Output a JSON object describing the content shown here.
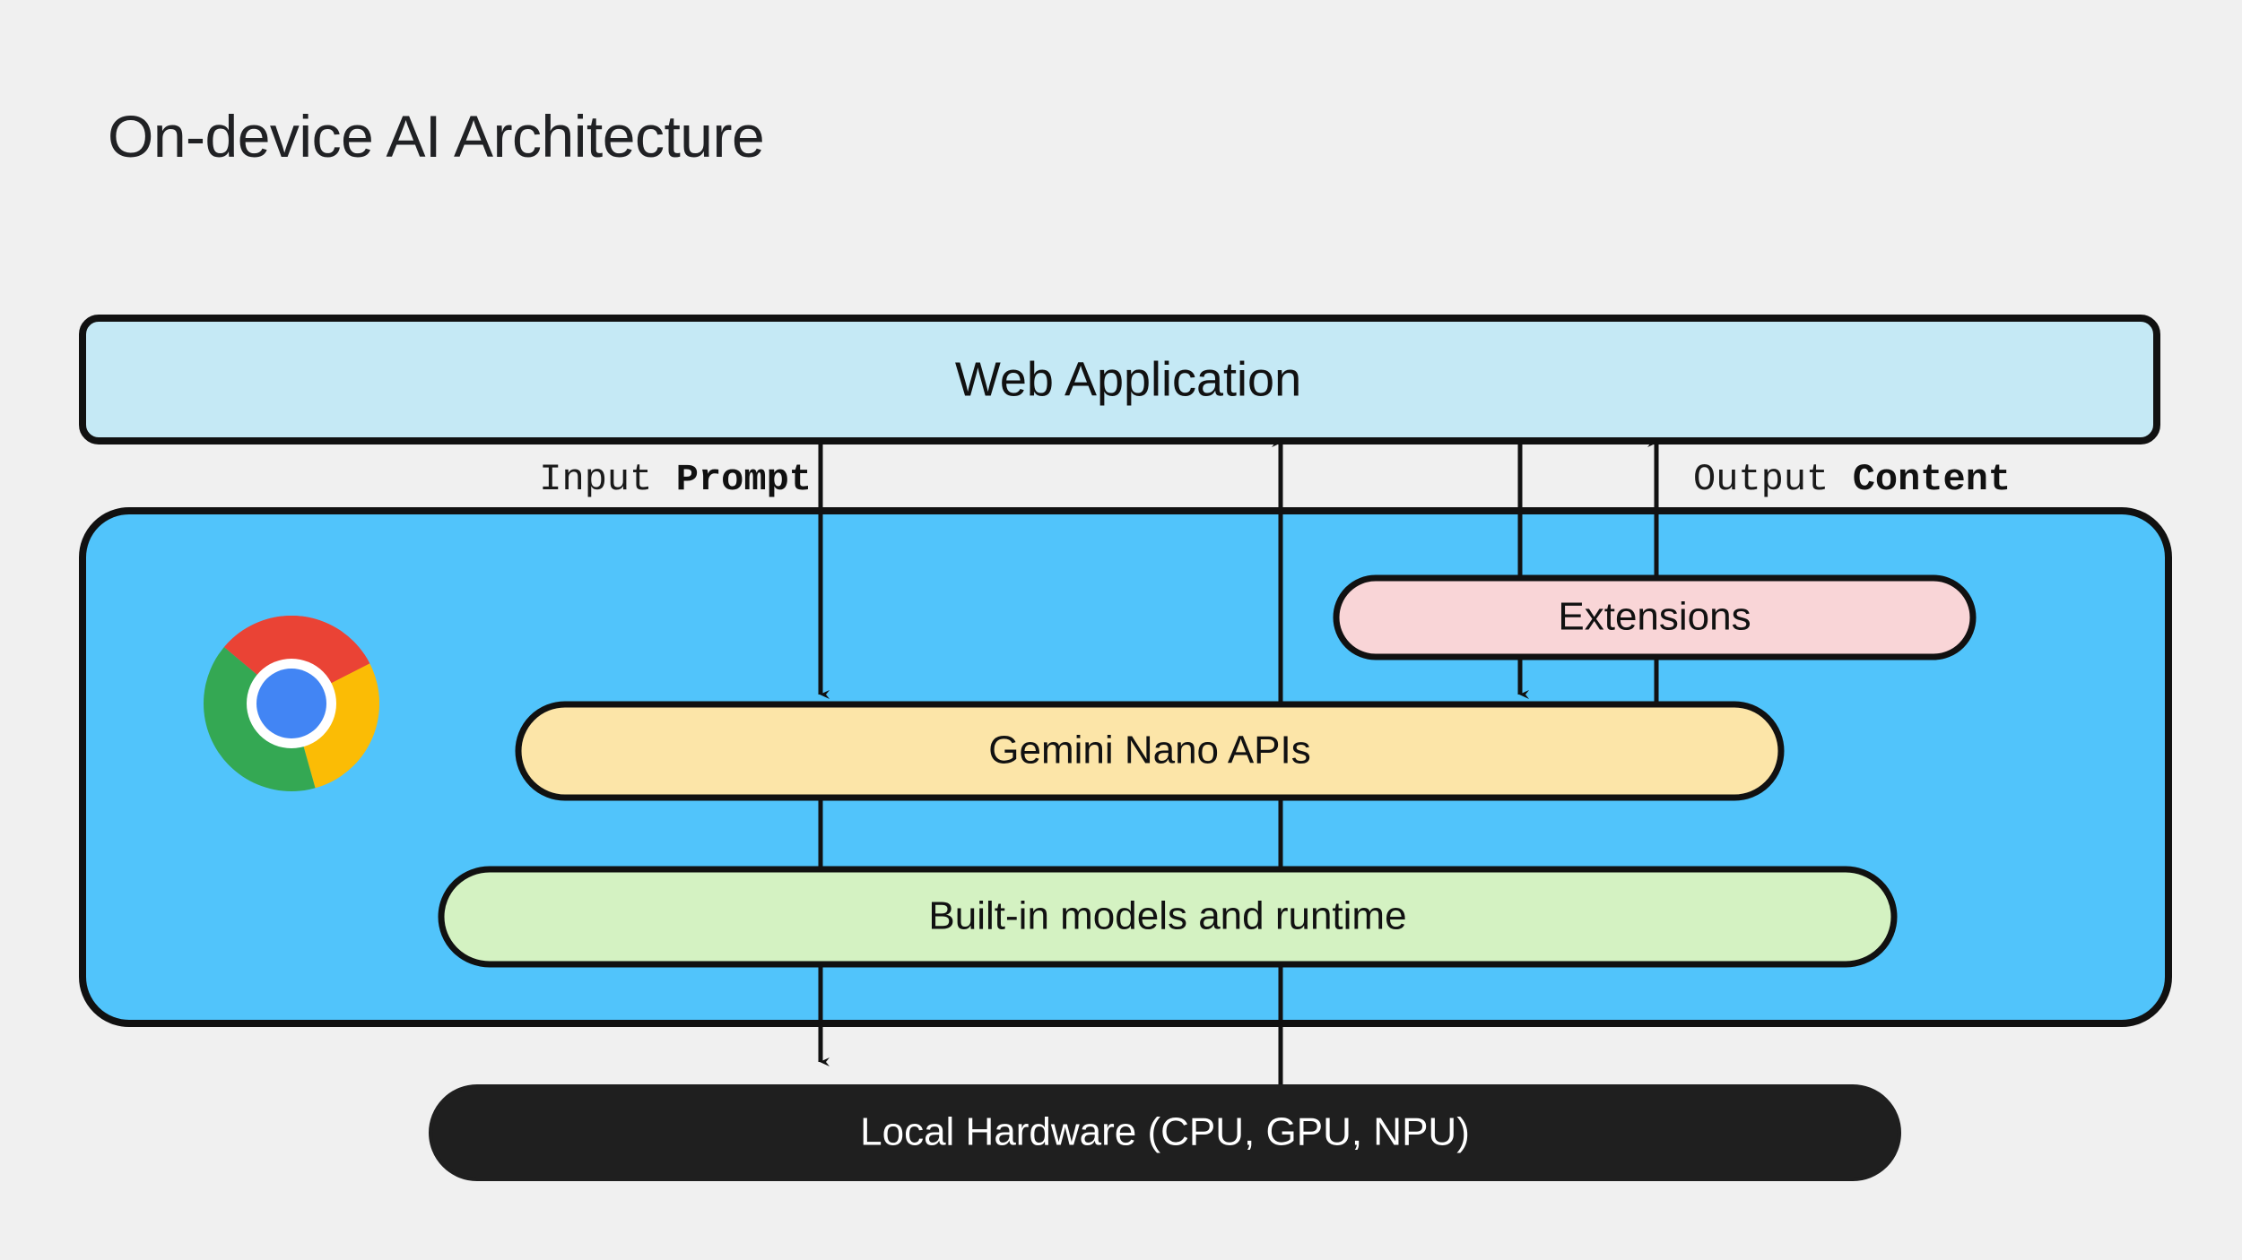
{
  "page": {
    "title": "On-device AI Architecture",
    "background_color": "#f0f0f0"
  },
  "colors": {
    "background": "#f0f0f0",
    "web_application_fill": "#c5e9f5",
    "browser_fill": "#51c4fb",
    "extensions_fill": "#f9d5d7",
    "apis_fill": "#fce5a8",
    "models_fill": "#d4f2c2",
    "hardware_fill": "#1f1f1f",
    "stroke": "#111111",
    "text_dark": "#111111",
    "text_light": "#ffffff",
    "chrome_red": "#ea4335",
    "chrome_yellow": "#fbbc05",
    "chrome_green": "#34a853",
    "chrome_blue": "#4285f4",
    "chrome_white": "#ffffff"
  },
  "nodes": {
    "web_application": {
      "label": "Web Application",
      "fill": "#c5e9f5"
    },
    "browser_container": {
      "label": "",
      "icon": "chrome-logo",
      "fill": "#51c4fb"
    },
    "extensions": {
      "label": "Extensions",
      "fill": "#f9d5d7"
    },
    "gemini_nano_apis": {
      "label": "Gemini Nano APIs",
      "fill": "#fce5a8"
    },
    "builtin_models": {
      "label": "Built-in models and runtime",
      "fill": "#d4f2c2"
    },
    "local_hardware": {
      "label": "Local Hardware (CPU, GPU, NPU)",
      "fill": "#1f1f1f"
    }
  },
  "edges": [
    {
      "id": "input-edge",
      "label_regular": "Input",
      "label_bold": "Prompt",
      "from": "web_application",
      "to": "gemini_nano_apis",
      "direction": "down"
    },
    {
      "id": "output-edge",
      "label_regular": "Output",
      "label_bold": "Content",
      "from": "gemini_nano_apis",
      "to": "web_application",
      "direction": "up"
    }
  ],
  "edge_labels": {
    "input_regular": "Input",
    "input_bold": "Prompt",
    "output_regular": "Output",
    "output_bold": "Content"
  }
}
